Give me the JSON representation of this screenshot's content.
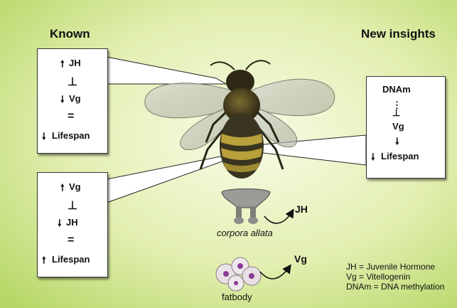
{
  "headings": {
    "known": "Known",
    "new_insights": "New insights"
  },
  "box_known_top": {
    "hormone": "JH",
    "protein": "Vg",
    "equals": "=",
    "outcome": "Lifespan"
  },
  "box_known_bottom": {
    "protein": "Vg",
    "hormone": "JH",
    "equals": "=",
    "outcome": "Lifespan"
  },
  "box_new": {
    "mark": "DNAm",
    "protein": "Vg",
    "outcome": "Lifespan"
  },
  "labels": {
    "jh_output": "JH",
    "corpora_allata": "corpora allata",
    "vg_output": "Vg",
    "fatbody": "fatbody"
  },
  "legend": [
    "JH = Juvenile Hormone",
    "Vg = Vitellogenin",
    "DNAm = DNA methylation"
  ],
  "colors": {
    "background_center": "#f6fbe0",
    "background_edge": "#b7d96a",
    "box_border": "#333333",
    "bee_body": "#3a3520",
    "bee_stripe": "#b8a03a"
  }
}
